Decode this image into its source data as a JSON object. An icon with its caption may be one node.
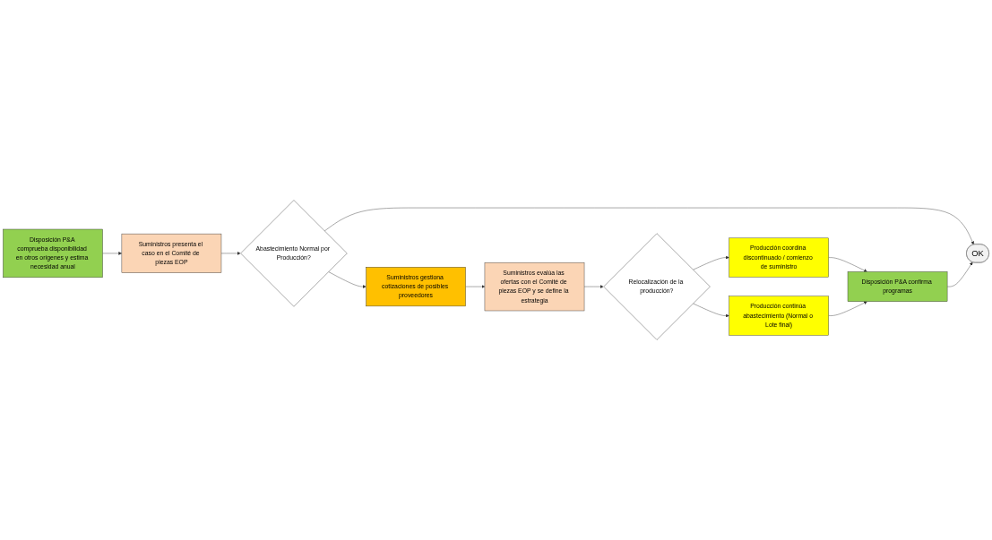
{
  "diagram": {
    "nodes": [
      {
        "text": [
          "Disposición P&A comprueba disponibilidad en otros orígenes y estima necesidad anual"
        ]
      },
      {
        "text": [
          "Suministros presenta el caso en el Comité de piezas EOP"
        ]
      },
      {
        "text": [
          "Abastecimiento Normal por Producción?"
        ]
      },
      {
        "text": [
          "Suministros gestiona cotizaciones de posibles proveedores"
        ]
      },
      {
        "text": [
          "Suministros evalúa las ofertas con el Comité de piezas EOP y se define la estrategia"
        ]
      },
      {
        "text": [
          "Relocalización de la producción?"
        ]
      },
      {
        "text": [
          "Producción coordina discontinuado / comienzo de suministro"
        ]
      },
      {
        "text": [
          "Producción continúa abastecimiento (Normal o Lote final)"
        ]
      },
      {
        "text": [
          "Disposición P&A confirma programas"
        ]
      },
      {
        "text": [
          "OK"
        ]
      }
    ],
    "edges": [
      {
        "from": 0,
        "to": 1,
        "arrow": "to"
      },
      {
        "from": 1,
        "to": 2,
        "arrow": "to"
      },
      {
        "from": 2,
        "to": 9,
        "arrow": "to"
      },
      {
        "from": 2,
        "to": 3,
        "arrow": "to"
      },
      {
        "from": 3,
        "to": 4,
        "arrow": "to"
      },
      {
        "from": 4,
        "to": 5,
        "arrow": "to"
      },
      {
        "from": 5,
        "to": 6,
        "arrow": "to"
      },
      {
        "from": 5,
        "to": 7,
        "arrow": "to"
      },
      {
        "from": 6,
        "to": 8,
        "arrow": "to"
      },
      {
        "from": 7,
        "to": 8,
        "arrow": "to"
      },
      {
        "from": 8,
        "to": 9,
        "arrow": "to"
      }
    ]
  }
}
